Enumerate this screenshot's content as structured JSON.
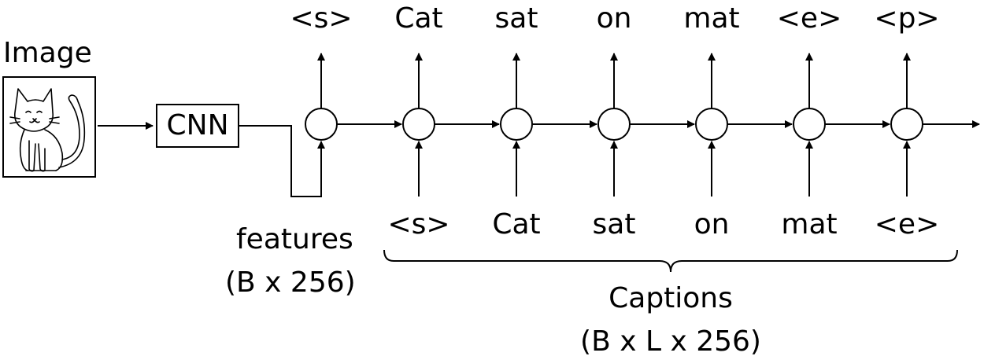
{
  "image_label": "Image",
  "cnn_label": "CNN",
  "features": {
    "label": "features",
    "shape": "(B x 256)"
  },
  "outputs": [
    "<s>",
    "Cat",
    "sat",
    "on",
    "mat",
    "<e>",
    "<p>"
  ],
  "inputs": [
    "<s>",
    "Cat",
    "sat",
    "on",
    "mat",
    "<e>"
  ],
  "captions": {
    "label": "Captions",
    "shape": "(B x L x 256)"
  },
  "icons": {
    "image": "cat-sketch-icon"
  }
}
